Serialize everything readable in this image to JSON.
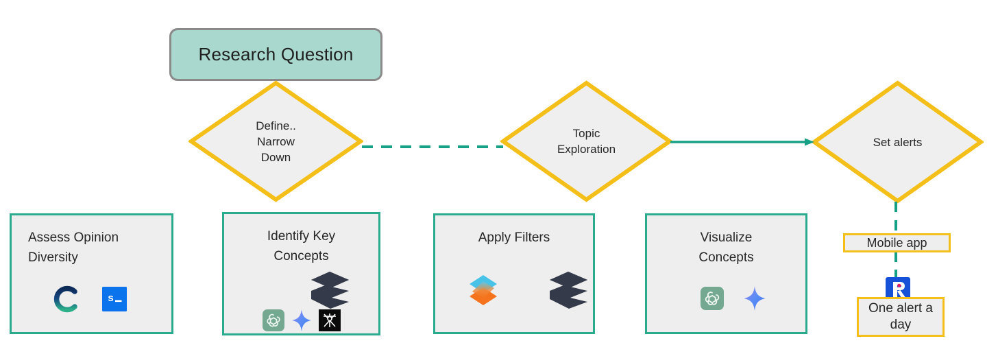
{
  "diagram": {
    "title": "Research workflow flowchart",
    "colors": {
      "teal_fill": "#a9d9ce",
      "teal_border": "#2aab8e",
      "yellow_border": "#f3bf18",
      "node_fill": "#eeeeee",
      "gray_border": "#8a8a8a",
      "text": "#262626"
    }
  },
  "start_node": {
    "label": "Research Question"
  },
  "decisions": [
    {
      "id": "define",
      "label_lines": [
        "Define..",
        "Narrow",
        "Down"
      ]
    },
    {
      "id": "topic",
      "label_lines": [
        "Topic",
        "Exploration"
      ]
    },
    {
      "id": "alerts",
      "label_lines": [
        "Set alerts"
      ]
    }
  ],
  "connectors": [
    {
      "id": "define-to-topic",
      "style": "dashed",
      "color": "#16a085",
      "arrow": false
    },
    {
      "id": "topic-to-alerts",
      "style": "solid",
      "color": "#16a085",
      "arrow": true
    },
    {
      "id": "alerts-to-mobile",
      "style": "dashed",
      "color": "#16a085",
      "arrow": false
    },
    {
      "id": "mobile-to-alert",
      "style": "dashed",
      "color": "#16a085",
      "arrow": false
    }
  ],
  "steps": [
    {
      "id": "assess",
      "title_lines": [
        "Assess Opinion",
        "Diversity"
      ],
      "icons": [
        "consensus-c-icon",
        "scite-s-icon"
      ]
    },
    {
      "id": "identify",
      "title_lines": [
        "Identify Key",
        "Concepts"
      ],
      "icons": [
        "books-stack-icon",
        "openai-icon",
        "gemini-sparkle-icon",
        "black-emblem-icon"
      ]
    },
    {
      "id": "filters",
      "title_lines": [
        "Apply Filters"
      ],
      "icons": [
        "layers-diamond-icon",
        "books-stack-icon"
      ]
    },
    {
      "id": "visualize",
      "title_lines": [
        "Visualize",
        "Concepts"
      ],
      "icons": [
        "openai-icon",
        "gemini-sparkle-icon"
      ]
    }
  ],
  "outputs": {
    "mobile_app": {
      "label": "Mobile app"
    },
    "one_alert": {
      "label_lines": [
        "One alert a",
        "day"
      ]
    },
    "app_icon": "researcher-r-icon"
  }
}
